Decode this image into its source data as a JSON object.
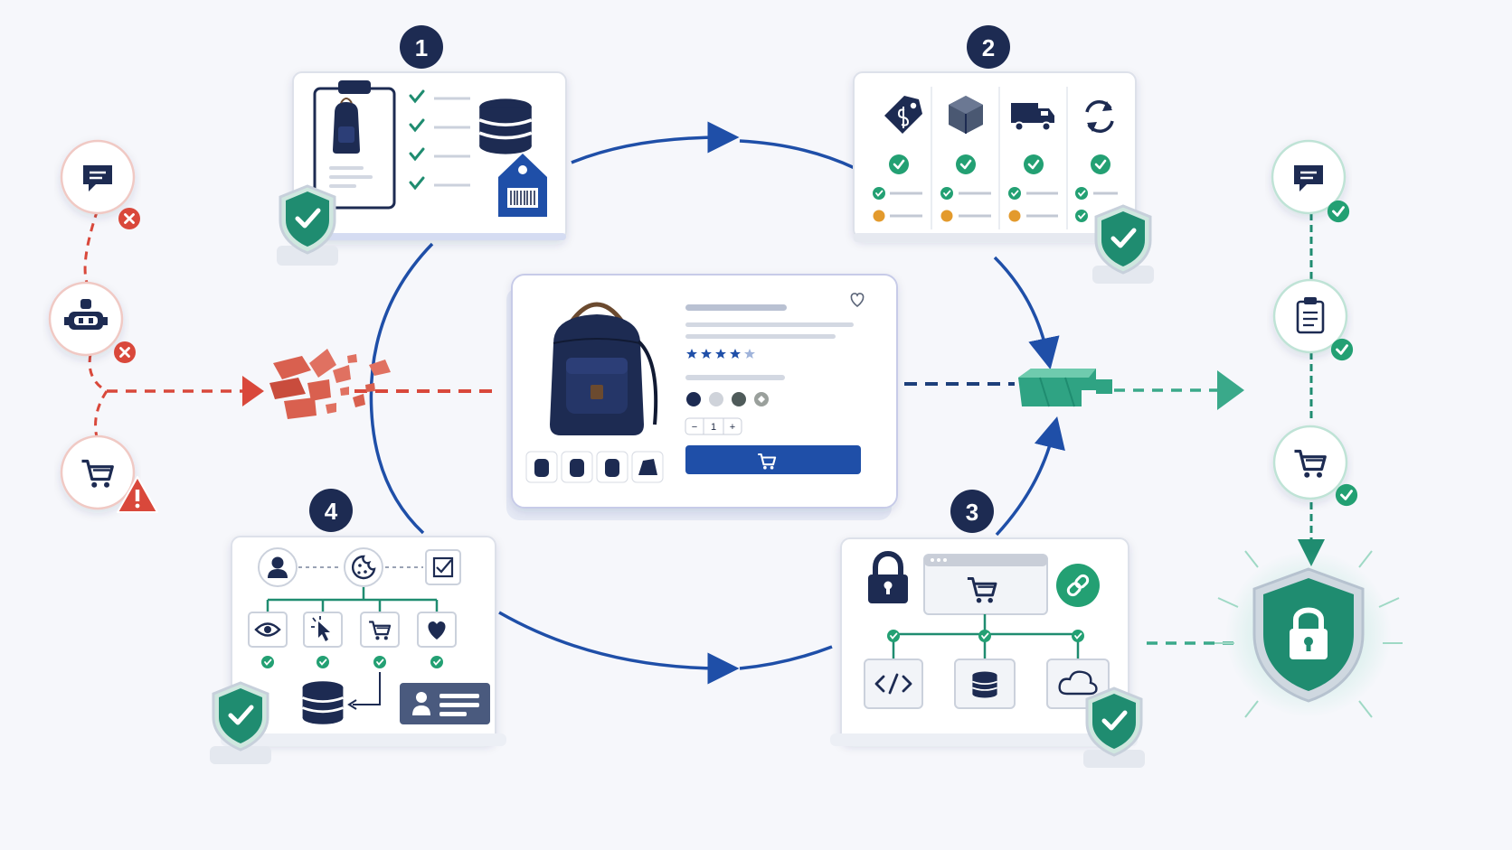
{
  "steps": [
    {
      "number": "1",
      "icons": [
        "clipboard-icon",
        "backpack-icon",
        "checklist-icon",
        "database-icon",
        "barcode-tag-icon",
        "shield-check-icon"
      ]
    },
    {
      "number": "2",
      "icons": [
        "price-tag-icon",
        "box-icon",
        "truck-icon",
        "refresh-icon",
        "check-circle-icon",
        "shield-check-icon"
      ]
    },
    {
      "number": "3",
      "icons": [
        "lock-icon",
        "cart-icon",
        "link-icon",
        "code-icon",
        "database-icon",
        "cloud-icon",
        "shield-check-icon"
      ]
    },
    {
      "number": "4",
      "icons": [
        "user-icon",
        "cookie-icon",
        "consent-icon",
        "eye-icon",
        "pointer-icon",
        "cart-icon",
        "heart-icon",
        "database-icon",
        "id-card-icon",
        "shield-check-icon"
      ]
    }
  ],
  "product_card": {
    "rating_stars": 4.5,
    "quantity": {
      "minus": "−",
      "value": "1",
      "plus": "+"
    },
    "swatches": [
      "#1d2b52",
      "#cfd3da",
      "#4f5b5a",
      "#9aa09c"
    ],
    "thumbnails": 4
  },
  "left_chain": {
    "icons": [
      "chat-icon",
      "bot-icon",
      "cart-icon"
    ],
    "markers": [
      "x-icon",
      "x-icon",
      "warning-icon"
    ]
  },
  "right_chain": {
    "icons": [
      "chat-icon",
      "clipboard-icon",
      "cart-icon",
      "lock-shield-icon"
    ],
    "markers": [
      "check-icon",
      "check-icon",
      "check-icon"
    ]
  },
  "colors": {
    "navy": "#1d2b52",
    "blue": "#1f4fa8",
    "teal": "#1f8c70",
    "green": "#23a073",
    "red": "#d9483b",
    "orange": "#e39a2c"
  }
}
